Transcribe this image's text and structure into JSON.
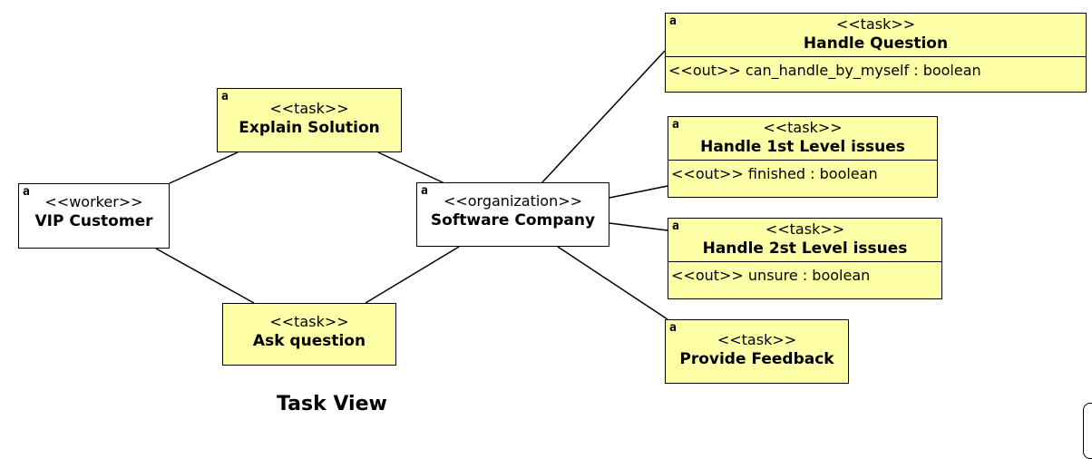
{
  "diagram": {
    "view_title": "Task View",
    "nodes": {
      "vip_customer": {
        "icon": "a",
        "stereotype": "<<worker>>",
        "name": "VIP Customer"
      },
      "software_company": {
        "icon": "a",
        "stereotype": "<<organization>>",
        "name": "Software Company"
      },
      "explain_solution": {
        "icon": "a",
        "stereotype": "<<task>>",
        "name": "Explain Solution"
      },
      "ask_question": {
        "stereotype": "<<task>>",
        "name": "Ask question"
      },
      "handle_question": {
        "icon": "a",
        "stereotype": "<<task>>",
        "name": "Handle Question",
        "attribute": "<<out>>  can_handle_by_myself : boolean"
      },
      "handle_1st": {
        "icon": "a",
        "stereotype": "<<task>>",
        "name": "Handle 1st Level issues",
        "attribute": "<<out>>  finished : boolean"
      },
      "handle_2st": {
        "icon": "a",
        "stereotype": "<<task>>",
        "name": "Handle 2st Level issues",
        "attribute": "<<out>>  unsure : boolean"
      },
      "provide_feedback": {
        "icon": "a",
        "stereotype": "<<task>>",
        "name": "Provide Feedback"
      }
    },
    "connections": [
      [
        "vip_customer",
        "explain_solution"
      ],
      [
        "explain_solution",
        "software_company"
      ],
      [
        "vip_customer",
        "ask_question"
      ],
      [
        "ask_question",
        "software_company"
      ],
      [
        "software_company",
        "handle_question"
      ],
      [
        "software_company",
        "handle_1st"
      ],
      [
        "software_company",
        "handle_2st"
      ],
      [
        "software_company",
        "provide_feedback"
      ]
    ],
    "colors": {
      "task_fill": "#ffffa8",
      "actor_fill": "#ffffff",
      "line": "#000000"
    },
    "icon_name": "actor-a-icon"
  }
}
